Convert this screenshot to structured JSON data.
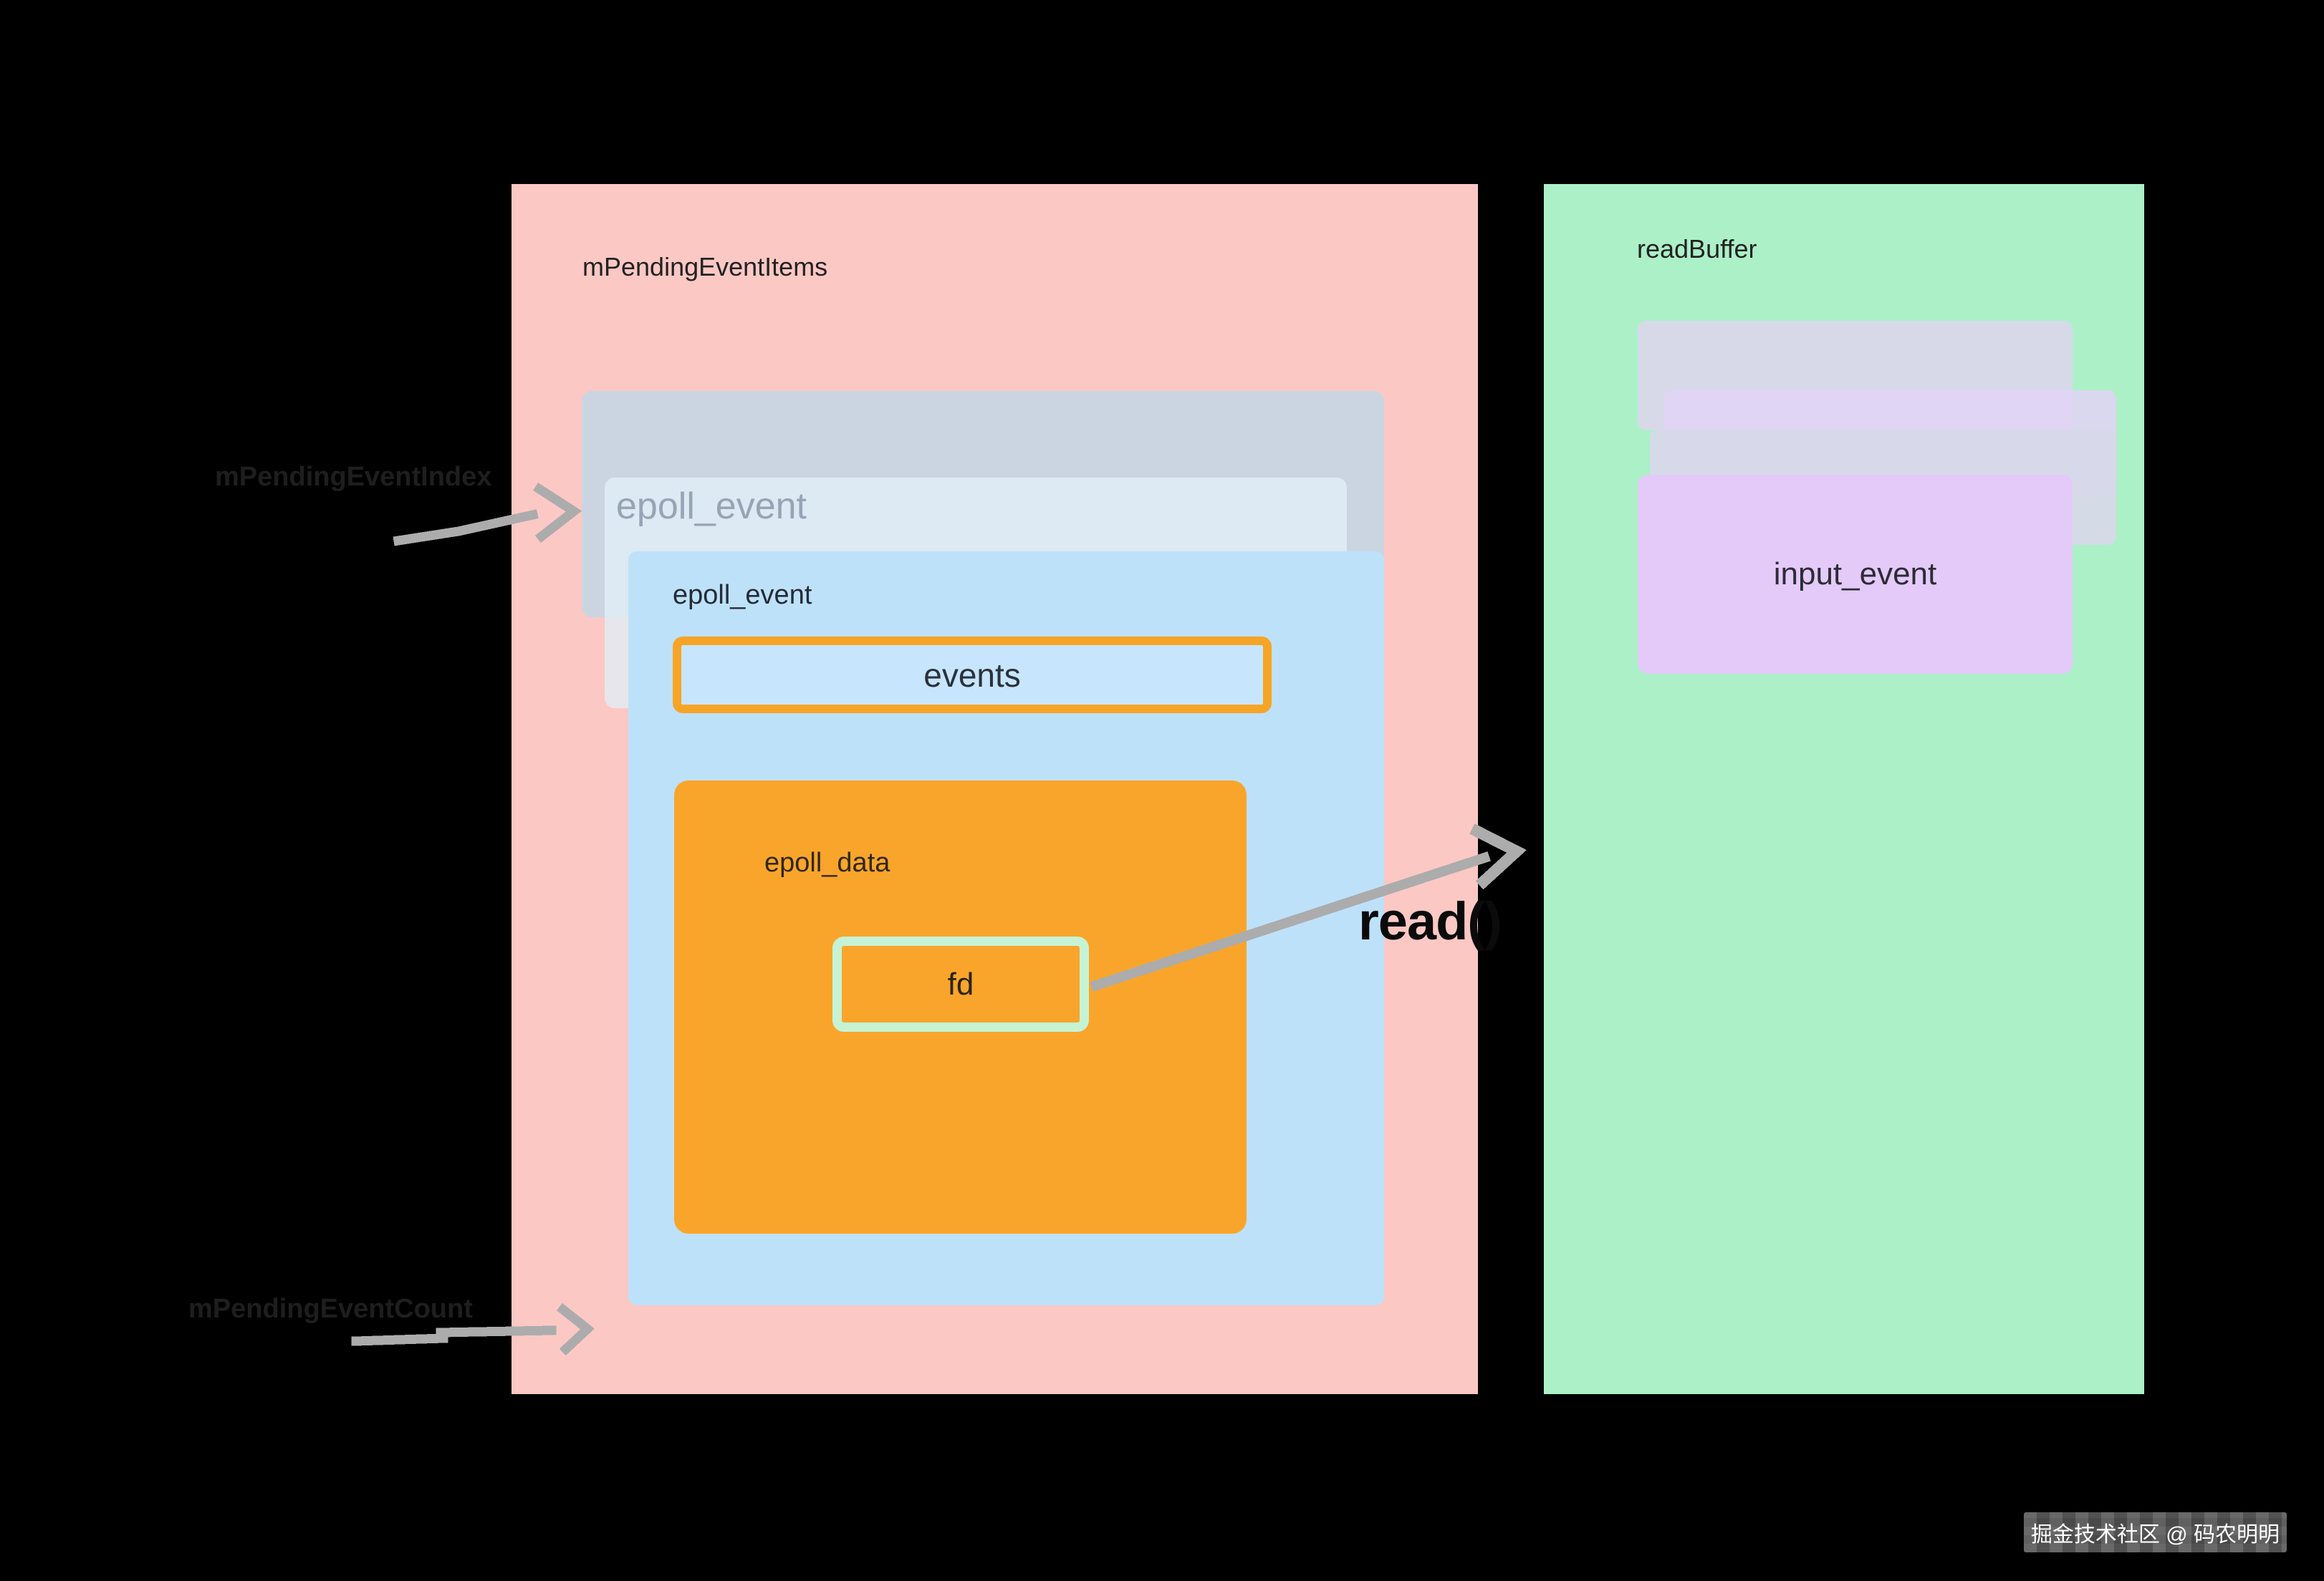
{
  "colors": {
    "background": "#000000",
    "pink_panel": "#FCC8C4",
    "green_panel": "#ACF0C8",
    "blue_box": "#BEE1FA",
    "gray_box": "#CBD5E1",
    "orange_box": "#F9A52B",
    "orange_border": "#F6A426",
    "mint_border": "#C6F3D4",
    "purple_box": "#E4CAF8",
    "lavender_box": "#D7D9E9",
    "arrow_gray": "#ACACAC"
  },
  "pending": {
    "title": "mPendingEventItems",
    "epoll_event_back_label": "epoll_event",
    "epoll_event_front_label": "epoll_event",
    "events_label": "events",
    "epoll_data_label": "epoll_data",
    "fd_label": "fd"
  },
  "readbuffer": {
    "title": "readBuffer",
    "input_event_label": "input_event"
  },
  "annotations": {
    "pending_index": "mPendingEventIndex",
    "pending_count": "mPendingEventCount",
    "read_call": "read()"
  },
  "watermark": {
    "text": "掘金技术社区 @ 码农明明"
  }
}
